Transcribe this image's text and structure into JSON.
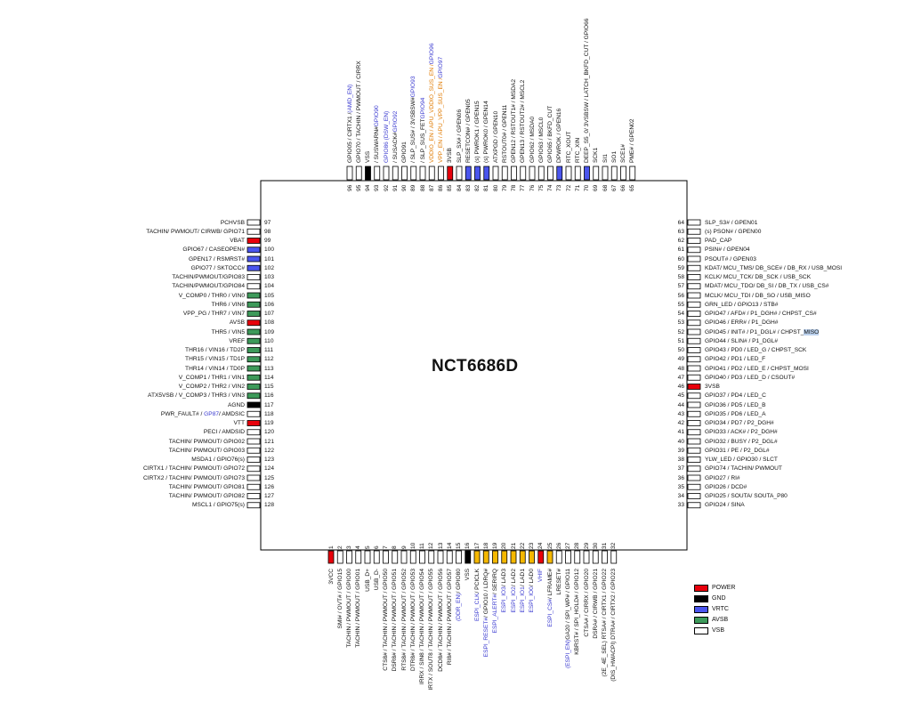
{
  "chip": {
    "name": "NCT6686D"
  },
  "colors": {
    "power": "#e8000b",
    "gnd": "#000000",
    "vrtc": "#4a55ee",
    "avsb": "#3d9a5a",
    "vsb": "#ffffff",
    "esp": "#f5b800"
  },
  "legend": [
    {
      "type": "power",
      "label": "POWER"
    },
    {
      "type": "gnd",
      "label": "GND"
    },
    {
      "type": "vrtc",
      "label": "VRTC"
    },
    {
      "type": "avsb",
      "label": "AVSB"
    },
    {
      "type": "vsb",
      "label": "VSB"
    }
  ],
  "pins": {
    "left": [
      {
        "n": "97",
        "label": "PCHVSB",
        "t": "vsb"
      },
      {
        "n": "98",
        "label": "TACHIN/  PWMOUT/  CIRWB/ GPIO71",
        "t": "vsb"
      },
      {
        "n": "99",
        "label": "VBAT",
        "t": "power"
      },
      {
        "n": "100",
        "label": "GPIO67 / CASEOPEN#",
        "t": "vrtc"
      },
      {
        "n": "101",
        "label": "GPEN17 / RSMRST#",
        "t": "vrtc"
      },
      {
        "n": "102",
        "label": "GPIO77 / SKTOCC#",
        "t": "vrtc"
      },
      {
        "n": "103",
        "label": "TACHIN/PWMOUT/GPIO83",
        "t": "vsb"
      },
      {
        "n": "104",
        "label": "TACHIN/PWMOUT/GPIO84",
        "t": "vsb"
      },
      {
        "n": "105",
        "label": "V_COMP0 / THR0 / VIN0",
        "t": "avsb"
      },
      {
        "n": "106",
        "label": "THR6 / VIN6",
        "t": "avsb"
      },
      {
        "n": "107",
        "label": "THR7 / VIN7",
        "t": "avsb",
        "pre": "VPP_PG / "
      },
      {
        "n": "108",
        "label": "AVSB",
        "t": "power"
      },
      {
        "n": "109",
        "label": "THR5 / VIN5",
        "t": "avsb"
      },
      {
        "n": "110",
        "label": "VREF",
        "t": "avsb"
      },
      {
        "n": "111",
        "label": "THR16 / VIN16 / TD2P",
        "t": "avsb"
      },
      {
        "n": "112",
        "label": "THR15 / VIN15 / TD1P",
        "t": "avsb"
      },
      {
        "n": "113",
        "label": "THR14 / VIN14 / TD0P",
        "t": "avsb"
      },
      {
        "n": "114",
        "label": "V_COMP1 / THR1 / VIN1",
        "t": "avsb"
      },
      {
        "n": "115",
        "label": "V_COMP2 / THR2 / VIN2",
        "t": "avsb"
      },
      {
        "n": "116",
        "label": "/ V_COMP3 / THR3 / VIN3",
        "t": "avsb",
        "pre": "ATX5VSB "
      },
      {
        "n": "117",
        "label": "AGND",
        "t": "gnd"
      },
      {
        "n": "118",
        "label": "/ AMDSIC",
        "t": "vsb",
        "pre": "PWR_FAULT# / ",
        "blue": "GP87"
      },
      {
        "n": "119",
        "label": "VTT",
        "t": "power"
      },
      {
        "n": "120",
        "label": "PECI / AMDSID",
        "t": "vsb"
      },
      {
        "n": "121",
        "label": "TACHIN/  PWMOUT/ GPIO02",
        "t": "vsb"
      },
      {
        "n": "122",
        "label": "TACHIN/  PWMOUT/ GPIO03",
        "t": "vsb"
      },
      {
        "n": "123",
        "label": "MSDA1 / GPIO76(s)",
        "t": "vsb"
      },
      {
        "n": "124",
        "label": "CIRTX1 /  TACHIN/  PWMOUT/ GPIO72",
        "t": "vsb"
      },
      {
        "n": "125",
        "label": "CIRTX2 /  TACHIN/  PWMOUT/ GPIO73",
        "t": "vsb"
      },
      {
        "n": "126",
        "label": "TACHIN/  PWMOUT/ GPIO81",
        "t": "vsb"
      },
      {
        "n": "127",
        "label": "TACHIN/  PWMOUT/ GPIO82",
        "t": "vsb"
      },
      {
        "n": "128",
        "label": "MSCL1 / GPIO75(s)",
        "t": "vsb"
      }
    ],
    "right": [
      {
        "n": "64",
        "label": "SLP_S3# / GPEN01",
        "t": "vsb"
      },
      {
        "n": "63",
        "label": "(s) PSON# / GPEN00",
        "t": "vsb"
      },
      {
        "n": "62",
        "label": "PAD_CAP",
        "t": "vsb"
      },
      {
        "n": "61",
        "label": "PSIN# / GPEN04",
        "t": "vsb"
      },
      {
        "n": "60",
        "label": "PSOUT# / GPEN03",
        "t": "vsb"
      },
      {
        "n": "59",
        "label": "KDAT/ MCU_TMS/ DB_SCE# / DB_RX / USB_MOSI",
        "t": "vsb"
      },
      {
        "n": "58",
        "label": "KCLK/ MCU_TCK/ DB_SCK / USB_SCK",
        "t": "vsb"
      },
      {
        "n": "57",
        "label": "MDAT/ MCU_TDO/ DB_SI / DB_TX / USB_CS#",
        "t": "vsb"
      },
      {
        "n": "56",
        "label": "MCLK/ MCU_TDI / DB_SO / USB_MISO",
        "t": "vsb"
      },
      {
        "n": "55",
        "label": "GRN_LED / GPIO13 / STB#",
        "t": "vsb"
      },
      {
        "n": "54",
        "label": "GPIO47 / AFD# / P1_DGH# / CHPST_CS#",
        "t": "vsb"
      },
      {
        "n": "53",
        "label": "GPIO46 / ERR# / P1_DGH#",
        "t": "vsb"
      },
      {
        "n": "52",
        "label": "GPIO45 / INIT# / P1_DGL# / CHPST_",
        "t": "vsb",
        "hl": "MISO"
      },
      {
        "n": "51",
        "label": "GPIO44 / SLIN# / P1_DGL#",
        "t": "vsb"
      },
      {
        "n": "50",
        "label": "GPIO43 / PD0 / LED_G / CHPST_SCK",
        "t": "vsb"
      },
      {
        "n": "49",
        "label": "GPIO42 / PD1 / LED_F",
        "t": "vsb"
      },
      {
        "n": "48",
        "label": "GPIO41 / PD2 / LED_E / CHPST_MOSI",
        "t": "vsb"
      },
      {
        "n": "47",
        "label": "GPIO40 / PD3 / LED_D / CSOUT#",
        "t": "vsb"
      },
      {
        "n": "46",
        "label": "3VSB",
        "t": "power"
      },
      {
        "n": "45",
        "label": "GPIO37 / PD4 / LED_C",
        "t": "vsb"
      },
      {
        "n": "44",
        "label": "GPIO36 / PD5 / LED_B",
        "t": "vsb"
      },
      {
        "n": "43",
        "label": "GPIO35 / PD6 / LED_A",
        "t": "vsb"
      },
      {
        "n": "42",
        "label": "GPIO34 / PD7 / P2_DGH#",
        "t": "vsb"
      },
      {
        "n": "41",
        "label": "GPIO33 / ACK# / P2_DGH#",
        "t": "vsb"
      },
      {
        "n": "40",
        "label": "GPIO32 / BUSY / P2_DGL#",
        "t": "vsb"
      },
      {
        "n": "39",
        "label": "GPIO31 / PE / P2_DGL#",
        "t": "vsb"
      },
      {
        "n": "38",
        "label": "YLW_LED / GPIO30 / SLCT",
        "t": "vsb"
      },
      {
        "n": "37",
        "label": "GPIO74 /  TACHIN/ PWMOUT",
        "t": "vsb"
      },
      {
        "n": "36",
        "label": "GPIO27 / RI#",
        "t": "vsb"
      },
      {
        "n": "35",
        "label": "GPIO26 / DCD#",
        "t": "vsb"
      },
      {
        "n": "34",
        "label": "GPIO25 / SOUTA/ SOUTA_P80",
        "t": "vsb"
      },
      {
        "n": "33",
        "label": "GPIO24 / SINA",
        "t": "vsb"
      }
    ],
    "top": [
      {
        "n": "96",
        "label": "GPIO05 / CIRTX1 /",
        "t": "vsb",
        "blue": "(AMD_EN)"
      },
      {
        "n": "95",
        "label": "GPIO70 / TACHIN / PWMOUT / CIRRX",
        "t": "vsb"
      },
      {
        "n": "94",
        "label": "VSS",
        "t": "gnd"
      },
      {
        "n": "93",
        "label": "/ SUSWARN#",
        "t": "vsb",
        "blue": "GPIO90"
      },
      {
        "n": "92",
        "label": "",
        "t": "vsb",
        "blue": "GPIO86 (DSW_EN)"
      },
      {
        "n": "91",
        "label": "/ SUSACK#",
        "t": "vsb",
        "blue": "GPIO92"
      },
      {
        "n": "90",
        "label": "GPIO91",
        "t": "vsb"
      },
      {
        "n": "89",
        "label": "/ SLP_SUS# / 3VSBSW#",
        "t": "vsb",
        "blue": "GPIO93"
      },
      {
        "n": "88",
        "label": "/ SLP_SUS_FET",
        "t": "vsb",
        "blue": "GPIO94"
      },
      {
        "n": "87",
        "label": "",
        "t": "vsb",
        "orange": "VDDIO_EN / APU_VDDIO_SUS_EN /",
        "blue": "GPIO96"
      },
      {
        "n": "86",
        "label": "",
        "t": "vsb",
        "orange": "VPP_EN / APU_VPP_SUS_EN /",
        "blue": "GPIO97"
      },
      {
        "n": "85",
        "label": "3VSB",
        "t": "power"
      },
      {
        "n": "84",
        "label": "SLP_SX# / GPEN06",
        "t": "vsb"
      },
      {
        "n": "83",
        "label": "RESETCON# / GPEN05",
        "t": "vrtc"
      },
      {
        "n": "82",
        "label": "(s) PWROK1 / GPEN15",
        "t": "vrtc"
      },
      {
        "n": "81",
        "label": "(s) PWROK0 / GPEN14",
        "t": "vrtc"
      },
      {
        "n": "80",
        "label": "ATXPGD / GPEN10",
        "t": "vsb"
      },
      {
        "n": "79",
        "label": "RSTOUT0# / GPEN11",
        "t": "vsb"
      },
      {
        "n": "78",
        "label": "GPEN12 / RSTOUT1# / MSDA2",
        "t": "vsb"
      },
      {
        "n": "77",
        "label": "GPEN13 / RSTOUT2# / MSCL2",
        "t": "vsb"
      },
      {
        "n": "76",
        "label": "GPIO62 / MSDA0",
        "t": "vsb"
      },
      {
        "n": "75",
        "label": "GPIO63 / MSCL0",
        "t": "vsb"
      },
      {
        "n": "74",
        "label": "GPIO65 / BKFD_CUT",
        "t": "vsb"
      },
      {
        "n": "73",
        "label": "DPWROK / GPEN16",
        "t": "vrtc"
      },
      {
        "n": "72",
        "label": "RTC_XOUT",
        "t": "vsb"
      },
      {
        "n": "71",
        "label": "RTC_XIN",
        "t": "vsb"
      },
      {
        "n": "70",
        "label": "DEEP_S5_0/ 3VSBSW / LATCH_BKFD_CUT / GPIO66",
        "t": "vrtc"
      },
      {
        "n": "69",
        "label": "SCK1",
        "t": "vsb"
      },
      {
        "n": "68",
        "label": "SI1",
        "t": "vsb"
      },
      {
        "n": "67",
        "label": "SO1",
        "t": "vsb"
      },
      {
        "n": "66",
        "label": "SCE1#",
        "t": "vsb"
      },
      {
        "n": "65",
        "label": "PME# / GPEN02",
        "t": "vsb"
      }
    ],
    "bottom": [
      {
        "n": "1",
        "label": "3VCC",
        "t": "power"
      },
      {
        "n": "2",
        "label": "SMI# / OVT# / GPIO15",
        "t": "vsb"
      },
      {
        "n": "3",
        "label": "TACHIN / PWMOUT / GPIO00",
        "t": "vsb"
      },
      {
        "n": "4",
        "label": "TACHIN / PWMOUT / GPIO01",
        "t": "vsb"
      },
      {
        "n": "5",
        "label": "USB_D+",
        "t": "vsb"
      },
      {
        "n": "6",
        "label": "USB_D-",
        "t": "vsb"
      },
      {
        "n": "7",
        "label": "CTS8# / TACHIN / PWMOUT / GPIO50",
        "t": "vsb"
      },
      {
        "n": "8",
        "label": "DSR8# / TACHIN / PWMOUT / GPIO51",
        "t": "vsb"
      },
      {
        "n": "9",
        "label": "RTS8# / TACHIN / PWMOUT / GPIO52",
        "t": "vsb"
      },
      {
        "n": "10",
        "label": "DTR8# / TACHIN / PWMOUT / GPIO53",
        "t": "vsb"
      },
      {
        "n": "11",
        "label": "IRRX / SIN8 / TACHIN / PWMOUT / GPIO54",
        "t": "vsb"
      },
      {
        "n": "12",
        "label": "IRTX / SOUT8 / TACHIN / PWMOUT / GPIO55",
        "t": "vsb"
      },
      {
        "n": "13",
        "label": "DCD8# / TACHIN / PWMOUT / GPIO56",
        "t": "vsb"
      },
      {
        "n": "14",
        "label": "RI8# / TACHIN / PWMOUT / GPIO57",
        "t": "vsb"
      },
      {
        "n": "15",
        "label": "/ GPIO80",
        "t": "vsb",
        "blue": "(DDR_EN)"
      },
      {
        "n": "16",
        "label": "VSS",
        "t": "gnd"
      },
      {
        "n": "17",
        "label": "/ PCICLK",
        "t": "esp",
        "blue": "ESPI_CLK"
      },
      {
        "n": "18",
        "label": "/ GPIO10 / LDRQ#",
        "t": "esp",
        "blue": "ESPI_RESET#"
      },
      {
        "n": "19",
        "label": "/ SERIRQ",
        "t": "esp",
        "blue": "ESPI_ALERT#"
      },
      {
        "n": "20",
        "label": "/ LAD3",
        "t": "esp",
        "blue": "ESPI_IO3"
      },
      {
        "n": "21",
        "label": "/ LAD2",
        "t": "esp",
        "blue": "ESPI_IO2"
      },
      {
        "n": "22",
        "label": "/ LAD1",
        "t": "esp",
        "blue": "ESPI_IO1"
      },
      {
        "n": "23",
        "label": "/ LAD0",
        "t": "esp",
        "blue": "ESPI_IO0"
      },
      {
        "n": "24",
        "label": "",
        "t": "power",
        "blue": "VHIF"
      },
      {
        "n": "25",
        "label": "/ LFRAME#",
        "t": "esp",
        "blue": "ESPI_CS#"
      },
      {
        "n": "26",
        "label": "LRESET#",
        "t": "vsb"
      },
      {
        "n": "27",
        "label": "GA20 / SPI_WP# / GPIO11",
        "t": "vsb",
        "blue": "(ESPI_EN)"
      },
      {
        "n": "28",
        "label": "KBRST# / SPI_HOLD# / GPIO12",
        "t": "vsb"
      },
      {
        "n": "29",
        "label": "CTSA# / CIRRX / GPIO20",
        "t": "vsb"
      },
      {
        "n": "30",
        "label": "DSRA# / CIRWB / GPIO21",
        "t": "vsb"
      },
      {
        "n": "31",
        "label": "(2E_4E_SEL) RTSA# / CIRTX1 / GPIO22",
        "t": "vsb"
      },
      {
        "n": "32",
        "label": "(DIS_HWACPI) DTRA# / CIRTX2 / GPIO23",
        "t": "vsb"
      }
    ]
  }
}
